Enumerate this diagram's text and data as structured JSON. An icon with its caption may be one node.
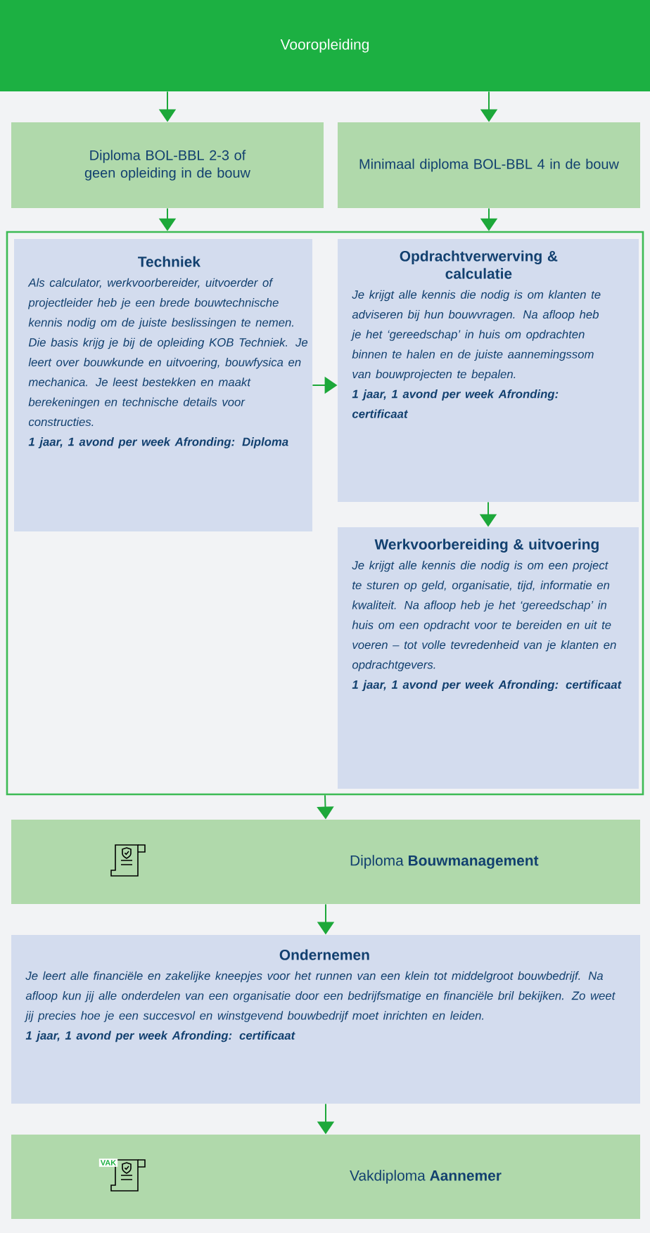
{
  "diagram": {
    "nodes": [
      {
        "text": [
          "Vooropleiding"
        ]
      },
      {
        "text": [
          "Diploma BOL-BBL 2-3 of geen opleiding in de bouw"
        ]
      },
      {
        "text": [
          "Minimaal diploma BOL-BBL 4 in de bouw"
        ]
      },
      {
        "text": [],
        "shape": "box"
      },
      {
        "text": [
          "Techniek",
          "Als calculator, werkvoorbereider, uitvoerder of projectleider heb je een brede bouwtechnische kennis nodig om de juiste beslissingen te nemen. Die basis krijg je bij de opleiding KOB Techniek. Je leert over bouwkunde en uitvoering, bouwfysica en mechanica. Je leest bestekken en maakt berekeningen en technische details voor constructies.",
          "1 jaar, 1 avond per week Afronding: Diploma"
        ],
        "in": 3
      },
      {
        "text": [
          "Opdrachtverwerving & calculatie",
          "Je krijgt alle kennis die nodig is om klanten te adviseren bij hun bouwvragen. Na afloop heb je het ‘gereedschap’ in huis om opdrachten binnen te halen en de juiste aannemingssom van bouwprojecten te bepalen.",
          "1 jaar, 1 avond per week Afronding: certificaat"
        ],
        "in": 3
      },
      {
        "text": [
          "Werkvoorbereiding & uitvoering",
          "Je krijgt alle kennis die nodig is om een project te sturen op geld, organisatie, tijd, informatie en kwaliteit. Na afloop heb je het ‘gereedschap’ in huis om een opdracht voor te bereiden en uit te voeren – tot volle tevredenheid van je klanten en opdrachtgevers.",
          "1 jaar, 1 avond per week Afronding: certificaat"
        ],
        "in": 3
      },
      {
        "text": [
          "Diploma **Bouwmanagement**"
        ]
      },
      {
        "text": [
          "Ondernemen",
          "Je leert alle financiële en zakelijke kneepjes voor het runnen van een klein tot middelgroot bouwbedrijf. Na afloop kun jij alle onderdelen van een organisatie door een bedrijfsmatige en financiële bril bekijken. Zo weet jij precies hoe je een succesvol en winstgevend bouwbedrijf moet inrichten en leiden.",
          "1 jaar, 1 avond per week Afronding: certificaat"
        ]
      },
      {
        "text": [
          "Vakdiploma **Aannemer**"
        ]
      }
    ],
    "edges": [
      {
        "from": 0,
        "to": 1,
        "arrow": "to"
      },
      {
        "from": 0,
        "to": 2,
        "arrow": "to"
      },
      {
        "from": 1,
        "to": 3,
        "arrow": "to"
      },
      {
        "from": 2,
        "to": 3,
        "arrow": "to"
      },
      {
        "from": 4,
        "to": 5,
        "arrow": "to"
      },
      {
        "from": 5,
        "to": 6,
        "arrow": "to"
      },
      {
        "from": 3,
        "to": 7,
        "arrow": "to"
      },
      {
        "from": 7,
        "to": 8,
        "arrow": "to"
      },
      {
        "from": 8,
        "to": 9,
        "arrow": "to"
      }
    ],
    "labels": [
      "VAK"
    ]
  }
}
